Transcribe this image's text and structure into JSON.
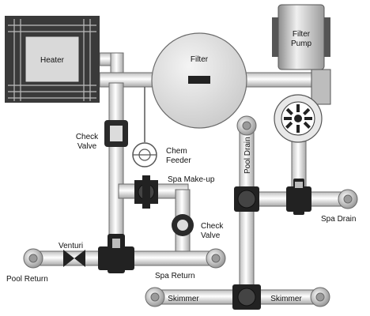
{
  "labels": {
    "heater": "Heater",
    "filter": "Filter",
    "filter_pump_1": "Filter",
    "filter_pump_2": "Pump",
    "check_valve_upper_1": "Check",
    "check_valve_upper_2": "Valve",
    "chem_feeder_1": "Chem",
    "chem_feeder_2": "Feeder",
    "spa_makeup": "Spa Make-up",
    "check_valve_lower_1": "Check",
    "check_valve_lower_2": "Valve",
    "venturi": "Venturi",
    "pool_return": "Pool Return",
    "spa_return": "Spa Return",
    "pool_drain": "Pool Drain",
    "spa_drain": "Spa Drain",
    "skimmer_left": "Skimmer",
    "skimmer_right": "Skimmer"
  },
  "colors": {
    "pipe": "#f2f2f2",
    "pipe_outline": "#6a6a6a",
    "component_fill": "#d9d9d9",
    "valve": "#222222",
    "heater_grille": "#333333"
  }
}
